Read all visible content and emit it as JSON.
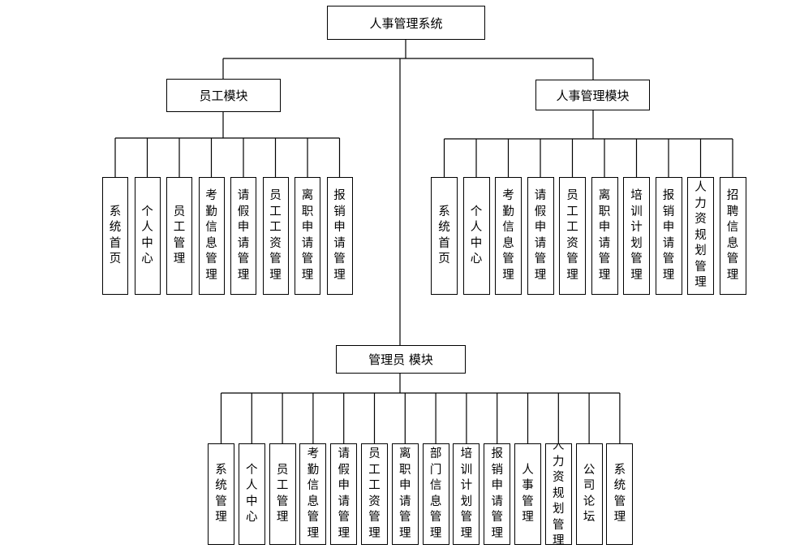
{
  "root": {
    "label": "人事管理系统"
  },
  "modules": [
    {
      "id": "staff",
      "label": "员工模块",
      "children": [
        "系统首页",
        "个人中心",
        "员工管理",
        "考勤信息管理",
        "请假申请管理",
        "员工工资管理",
        "离职申请管理",
        "报销申请管理"
      ]
    },
    {
      "id": "hr",
      "label": "人事管理模块",
      "children": [
        "系统首页",
        "个人中心",
        "考勤信息管理",
        "请假申请管理",
        "员工工资管理",
        "离职申请管理",
        "培训计划管理",
        "报销申请管理",
        "人力资规划管理",
        "招聘信息管理"
      ]
    },
    {
      "id": "admin",
      "label": "管理员 模块",
      "children": [
        "系统管理",
        "个人中心",
        "员工管理",
        "考勤信息管理",
        "请假申请管理",
        "员工工资管理",
        "离职申请管理",
        "部门信息管理",
        "培训计划管理",
        "报销申请管理",
        "人事管理",
        "人力资规划管理",
        "公司论坛",
        "系统管理"
      ]
    }
  ]
}
